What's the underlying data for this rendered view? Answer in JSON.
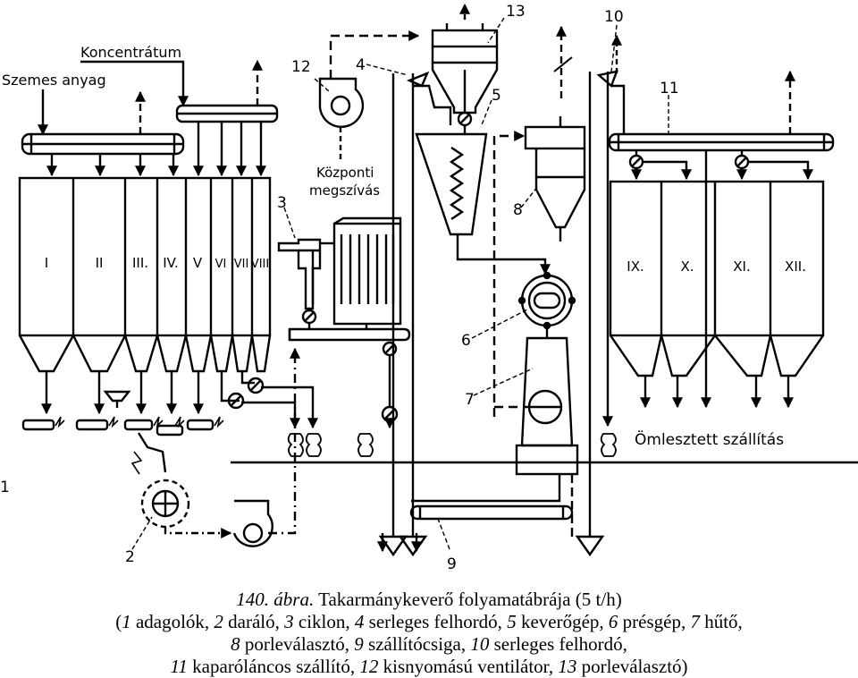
{
  "labels": {
    "koncentratum": "Koncentrátum",
    "szemes_anyag": "Szemes anyag",
    "kozponti": "Központi",
    "megszivas": "megszívás",
    "omlesztett": "Ömlesztett szállítás"
  },
  "silos_left": [
    "I",
    "II",
    "III.",
    "IV.",
    "V",
    "VI",
    "VII",
    "VIII"
  ],
  "silos_right": [
    "IX.",
    "X.",
    "XI.",
    "XII."
  ],
  "numbers": {
    "n1": "1",
    "n2": "2",
    "n3": "3",
    "n4": "4",
    "n5": "5",
    "n6": "6",
    "n7": "7",
    "n8": "8",
    "n9": "9",
    "n10": "10",
    "n11": "11",
    "n12": "12",
    "n13": "13"
  },
  "caption": {
    "fig_num": "140. ábra.",
    "title": "Takarmánykeverő folyamatábrája (5 t/h)",
    "line2_open": "(",
    "n1": "1",
    "t1": " adagolók, ",
    "n2": "2",
    "t2": " daráló, ",
    "n3": "3",
    "t3": " ciklon, ",
    "n4": "4",
    "t4": " serleges felhordó, ",
    "n5": "5",
    "t5": " keverőgép, ",
    "n6": "6",
    "t6": " présgép, ",
    "n7": "7",
    "t7": " hűtő,",
    "n8": "8",
    "t8": " porleválasztó, ",
    "n9": "9",
    "t9": " szállítócsiga, ",
    "n10": "10",
    "t10": " serleges felhordó,",
    "n11": "11",
    "t11": " kaparóláncos szállító, ",
    "n12": "12",
    "t12": " kisnyomású ventilátor, ",
    "n13": "13",
    "t13": " porleválasztó)"
  }
}
